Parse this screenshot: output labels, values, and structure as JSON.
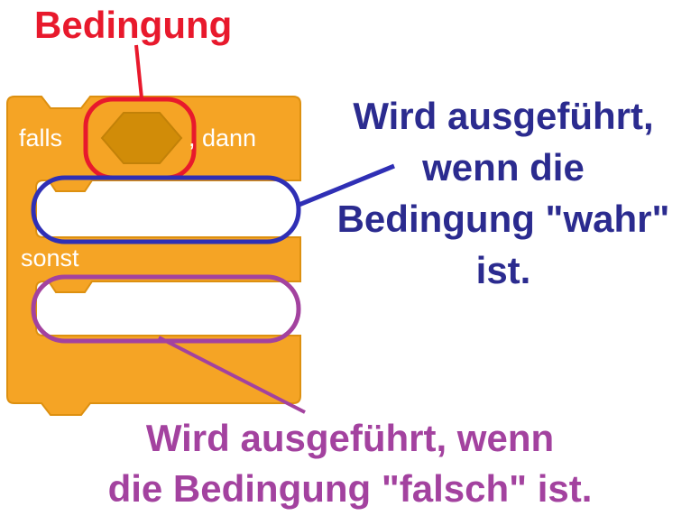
{
  "colors": {
    "background": "#FFFFFF",
    "block_fill": "#F5A425",
    "block_border": "#DD9010",
    "condition_slot_fill": "#D18C08",
    "condition_slot_border": "#C28108",
    "condition_outline_red": "#E8192C",
    "condition_label_red": "#E8192C",
    "true_outline_blue": "#2F2FB5",
    "true_label_blue": "#2B2B8F",
    "false_outline_purple": "#A3429F",
    "false_label_purple": "#A3429F",
    "block_text_white": "#FFFFFF"
  },
  "block": {
    "kind": "falls-dann-sonst-block",
    "if_label": "falls",
    "then_label": ", dann",
    "else_label": "sonst",
    "condition_slot": "hexagon-boolean-slot"
  },
  "annotations": {
    "condition": {
      "label": "Bedingung"
    },
    "true_branch": {
      "lines": [
        "Wird ausgeführt,",
        "wenn die",
        "Bedingung \"wahr\"",
        "ist."
      ]
    },
    "false_branch": {
      "lines": [
        "Wird ausgeführt, wenn",
        "die Bedingung \"falsch\" ist."
      ]
    }
  }
}
